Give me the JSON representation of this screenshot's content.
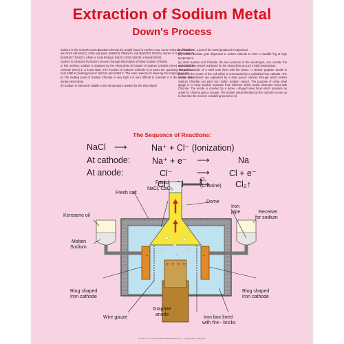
{
  "poster": {
    "title": "Extraction of Sodium Metal",
    "subtitle": "Down's Process",
    "publisher": "",
    "footer": "Prepared by: VIDYA KUTIR PUBLISHING LLP — Udyog Vihar, Gurugram"
  },
  "text_left": [
    "Sodium is the seventh most abundant element by weight found in earth's crust. Some minerals of Sodium are Rock salt (NaCl), Chile salt petre (NaNO3) Glauber's salt (Na2SO4.10H2O), Borax or Sodium Borate (Na2B4O7.10H2O), Albite or soda feldspar (Na2O.Al2O3.6SiO2) or (NaAlSi3O8).",
    "Sodium is extracted by Down's process through electrolysis of fused Sodium Chloride.",
    "In this method, Sodium is obtained by the electrolysis of mixture of Sodium Chloride (40%) and Calcium Chloride (60%) in a fused state. The function of Calcium Chloride is to lower the operating temperature from 1080 K (melting point of NaCl) to about 850 K. The main reasons for lowering the temperature are:",
    "(i) The melting point of Sodium Chloride is very high it is very difficult to maintain it in the molten state during electrolysis.",
    "(ii) Sodium is extremely volatile at the temperature needed for the electrolysis"
  ],
  "text_right": [
    "and therefore, a part of the metal produced is vaporised.",
    "(iii) Molten Sodium gets dispersed in molten chloride to form a metallic fog at high temperature.",
    "(iv) Both Sodium and Chloride, the two products of the electrolysis, can corrode the material of the vessel employed for the electrolysis at such a high temperature.",
    "The cell consists of a steel tank lined with fire bricks. A circular graphite anode is placed in the centre of the cell which is surrounded by a cylindrical iron cathode. The anode and cathode are separated by a steel gauze cylinder through which molten Sodium Chloride can pass but molten Sodium cannot. The purpose of using steel gauge is to keep Sodium separate from Chlorine which would otherwise react with Chlorine. The anode is covered by a dome - shaped steel hood which provides an outlet for chlorine gas to escape. The molten metal liberated at the cathode moves up to flow into the receiver containing kerosene oil."
  ],
  "reactions": {
    "heading": "The Sequence of Reactions:",
    "r1_left": "NaCl",
    "r1_right": "Na⁺ + Cl⁻ (Ionization)",
    "r2_label": "At cathode:",
    "r2_mid": "Na⁺ + e⁻",
    "r2_right": "Na",
    "r3_label": "At anode:",
    "r3_mid": "Cl⁻",
    "r3_right": "Cl + e⁻",
    "r4_left": "Cl + Cl",
    "r4_right": "Cl₂↑"
  },
  "labels": {
    "cl2": "Cl₂",
    "chlorine": "(Chlorine)",
    "fused": "Fused",
    "fused2": "NaCl,  CaCl₂",
    "fresh_salt": "Fresh salt",
    "dome": "Dome",
    "iron_pipe": "Iron",
    "iron_pipe2": "pipe",
    "receiver": "Receiver",
    "receiver2": "for sodium",
    "kerosene": "Kerosene oil",
    "molten": "Molten",
    "molten2": "Sodium",
    "ring_left": "Ring shaped",
    "ring_left2": "Iron cathode",
    "ring_right": "Ring shaped",
    "ring_right2": "Iron cathode",
    "wire_gauze": "Wire gauze",
    "graphite": "Graphite",
    "graphite2": "anode",
    "iron_box": "Iron box lined",
    "iron_box2": "with fire - bricks"
  },
  "colors": {
    "title_red": "#d8101c",
    "poster_pink": "#f8d3e3",
    "electrolyte_blue": "#bfe2f0",
    "dome_yellow": "#f4e73a",
    "anode_brown": "#c8a050",
    "cathode_orange": "#e08a2a",
    "brick_grey": "#9a9a9a"
  }
}
